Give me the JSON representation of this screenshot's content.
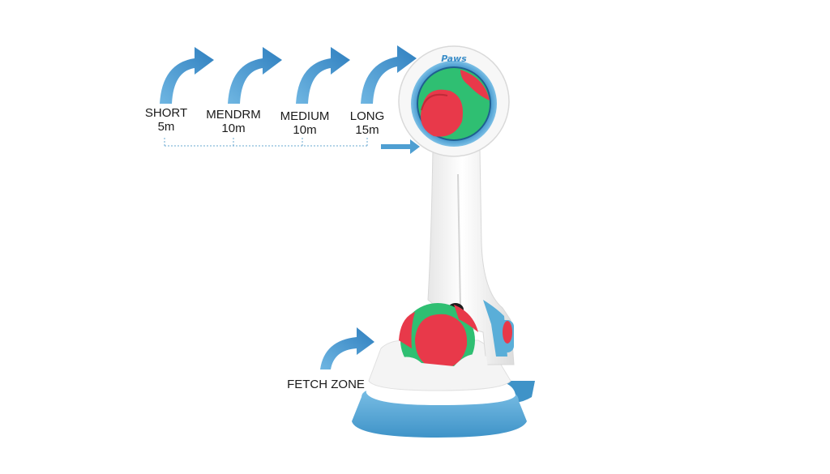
{
  "brand": "Paws",
  "distances": [
    {
      "name": "SHORT",
      "dist": "5m"
    },
    {
      "name": "MENDRM",
      "dist": "10m"
    },
    {
      "name": "MEDIUM",
      "dist": "10m"
    },
    {
      "name": "LONG",
      "dist": "15m"
    }
  ],
  "fetch_zone_label": "FETCH ZONE",
  "colors": {
    "arrow_blue": "#3d8fc9",
    "base_blue": "#5aaed8",
    "ball_red": "#e8394a",
    "ball_green": "#2fbf72",
    "body_white": "#f7f7f7"
  }
}
